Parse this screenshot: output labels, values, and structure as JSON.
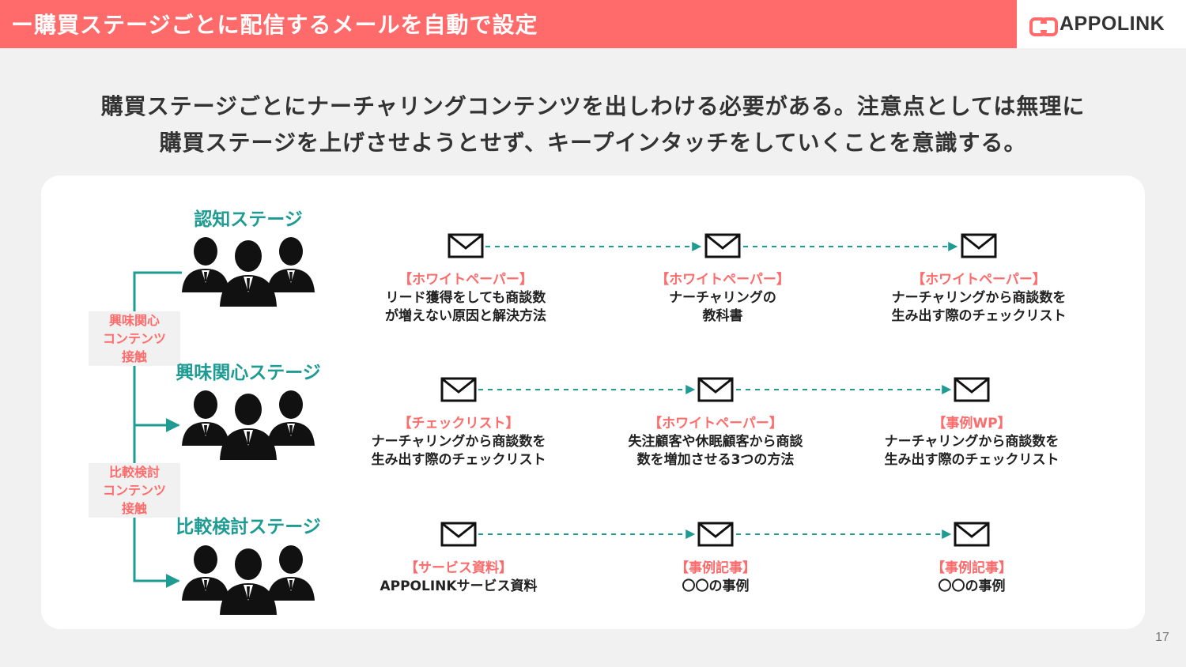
{
  "header": {
    "title": "ー購買ステージごとに配信するメールを自動で設定"
  },
  "brand": {
    "name": "APPOLINK",
    "accent": "#ff6b6b",
    "teal": "#1e9b92"
  },
  "lead": {
    "line1": "購買ステージごとにナーチャリングコンテンツを出しわける必要がある。注意点としては無理に",
    "line2": "購買ステージを上げさせようとせず、キープインタッチをしていくことを意識する。"
  },
  "stages": [
    {
      "title": "認知ステージ"
    },
    {
      "title": "興味関心ステージ"
    },
    {
      "title": "比較検討ステージ"
    }
  ],
  "transitions": [
    {
      "line1": "興味関心",
      "line2": "コンテンツ",
      "line3": "接触"
    },
    {
      "line1": "比較検討",
      "line2": "コンテンツ",
      "line3": "接触"
    }
  ],
  "rows": [
    {
      "items": [
        {
          "tag": "【ホワイトペーパー】",
          "line1": "リード獲得をしても商談数",
          "line2": "が増えない原因と解決方法"
        },
        {
          "tag": "【ホワイトペーパー】",
          "line1": "ナーチャリングの",
          "line2": "教科書"
        },
        {
          "tag": "【ホワイトペーパー】",
          "line1": "ナーチャリングから商談数を",
          "line2": "生み出す際のチェックリスト"
        }
      ]
    },
    {
      "items": [
        {
          "tag": "【チェックリスト】",
          "line1": "ナーチャリングから商談数を",
          "line2": "生み出す際のチェックリスト"
        },
        {
          "tag": "【ホワイトペーパー】",
          "line1": "失注顧客や休眠顧客から商談",
          "line2": "数を増加させる3つの方法"
        },
        {
          "tag": "【事例WP】",
          "line1": "ナーチャリングから商談数を",
          "line2": "生み出す際のチェックリスト"
        }
      ]
    },
    {
      "items": [
        {
          "tag": "【サービス資料】",
          "line1": "APPOLINKサービス資料",
          "line2": ""
        },
        {
          "tag": "【事例記事】",
          "line1": "〇〇の事例",
          "line2": ""
        },
        {
          "tag": "【事例記事】",
          "line1": "〇〇の事例",
          "line2": ""
        }
      ]
    }
  ],
  "page": {
    "number": "17"
  }
}
